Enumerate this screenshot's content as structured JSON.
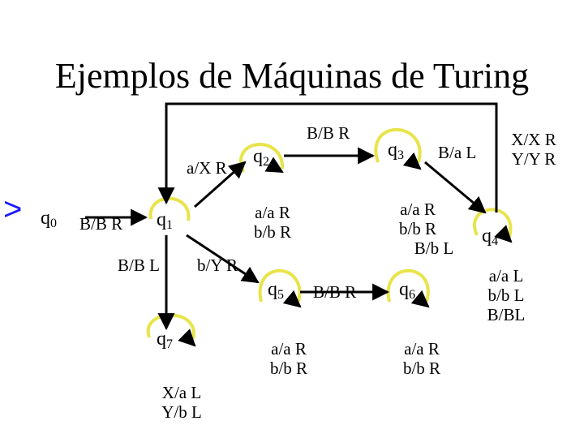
{
  "title": "Ejemplos de Máquinas de Turing",
  "start_marker": ">",
  "states": {
    "q0": {
      "name": "q",
      "index": "0"
    },
    "q1": {
      "name": "q",
      "index": "1"
    },
    "q2": {
      "name": "q",
      "index": "2"
    },
    "q3": {
      "name": "q",
      "index": "3"
    },
    "q4": {
      "name": "q",
      "index": "4"
    },
    "q5": {
      "name": "q",
      "index": "5"
    },
    "q6": {
      "name": "q",
      "index": "6"
    },
    "q7": {
      "name": "q",
      "index": "7"
    }
  },
  "transitions": {
    "q0_q1": "B/B R",
    "q1_q2": "a/X R",
    "q2_q3": "B/B R",
    "q2_loop_1": "a/a R",
    "q2_loop_2": "b/b R",
    "q3_loop_1": "a/a R",
    "q3_loop_2": "b/b R",
    "q3_loop_3": "B/b L",
    "q3_q4": "B/a L",
    "q4_q1_1": "X/X R",
    "q4_q1_2": "Y/Y R",
    "q4_loop_1": "a/a L",
    "q4_loop_2": "b/b L",
    "q4_loop_3": "B/BL",
    "q1_q5": "b/Y R",
    "q1_q7": "B/B L",
    "q5_q6": "B/B R",
    "q5_loop_1": "a/a R",
    "q5_loop_2": "b/b R",
    "q6_loop_1": "a/a R",
    "q6_loop_2": "b/b R",
    "q7_loop_1": "X/a L",
    "q7_loop_2": "Y/b L"
  },
  "colors": {
    "loop_curve": "#e8e44a",
    "arrow": "#000000",
    "start_marker": "#1a1aff"
  }
}
